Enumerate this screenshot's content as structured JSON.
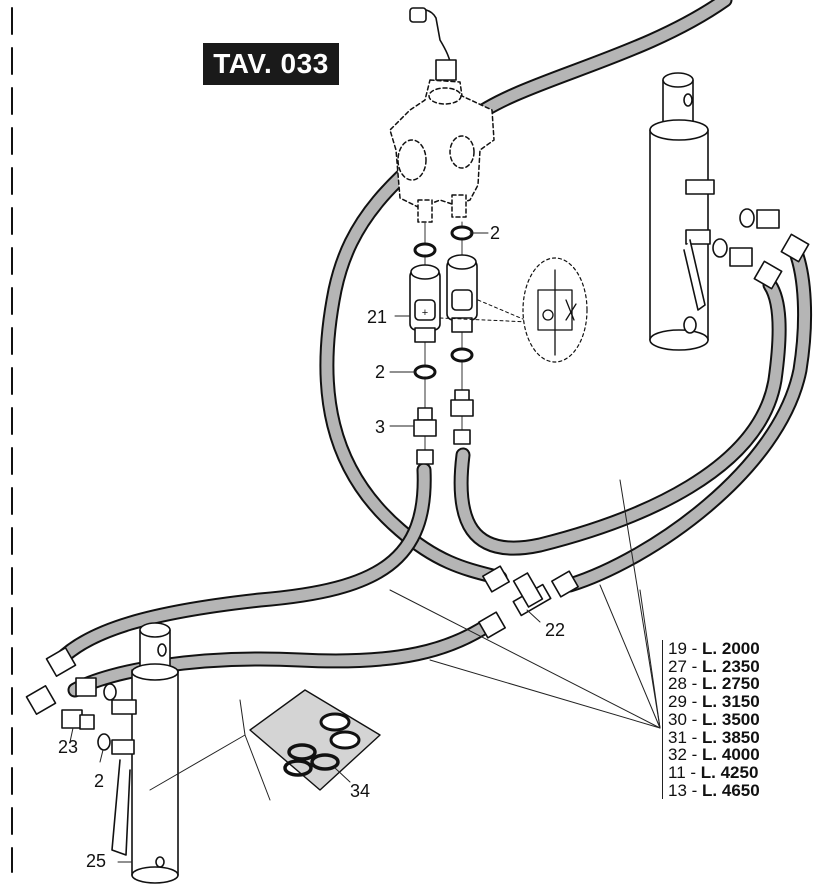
{
  "title": "TAV. 033",
  "callouts": {
    "c2_top": "2",
    "c21": "21",
    "c2_mid": "2",
    "c3": "3",
    "c22": "22",
    "c23": "23",
    "c2_bottom": "2",
    "c34": "34",
    "c25": "25"
  },
  "legend": [
    {
      "code": "19",
      "sep": " - ",
      "length": "L. 2000"
    },
    {
      "code": "27",
      "sep": " - ",
      "length": "L. 2350"
    },
    {
      "code": "28",
      "sep": " - ",
      "length": "L. 2750"
    },
    {
      "code": "29",
      "sep": " - ",
      "length": "L. 3150"
    },
    {
      "code": "30",
      "sep": " - ",
      "length": "L. 3500"
    },
    {
      "code": "31",
      "sep": " - ",
      "length": "L. 3850"
    },
    {
      "code": "32",
      "sep": " - ",
      "length": "L. 4000"
    },
    {
      "code": "11",
      "sep": " - ",
      "length": "L. 4250"
    },
    {
      "code": "13",
      "sep": " - ",
      "length": "L. 4650"
    }
  ]
}
